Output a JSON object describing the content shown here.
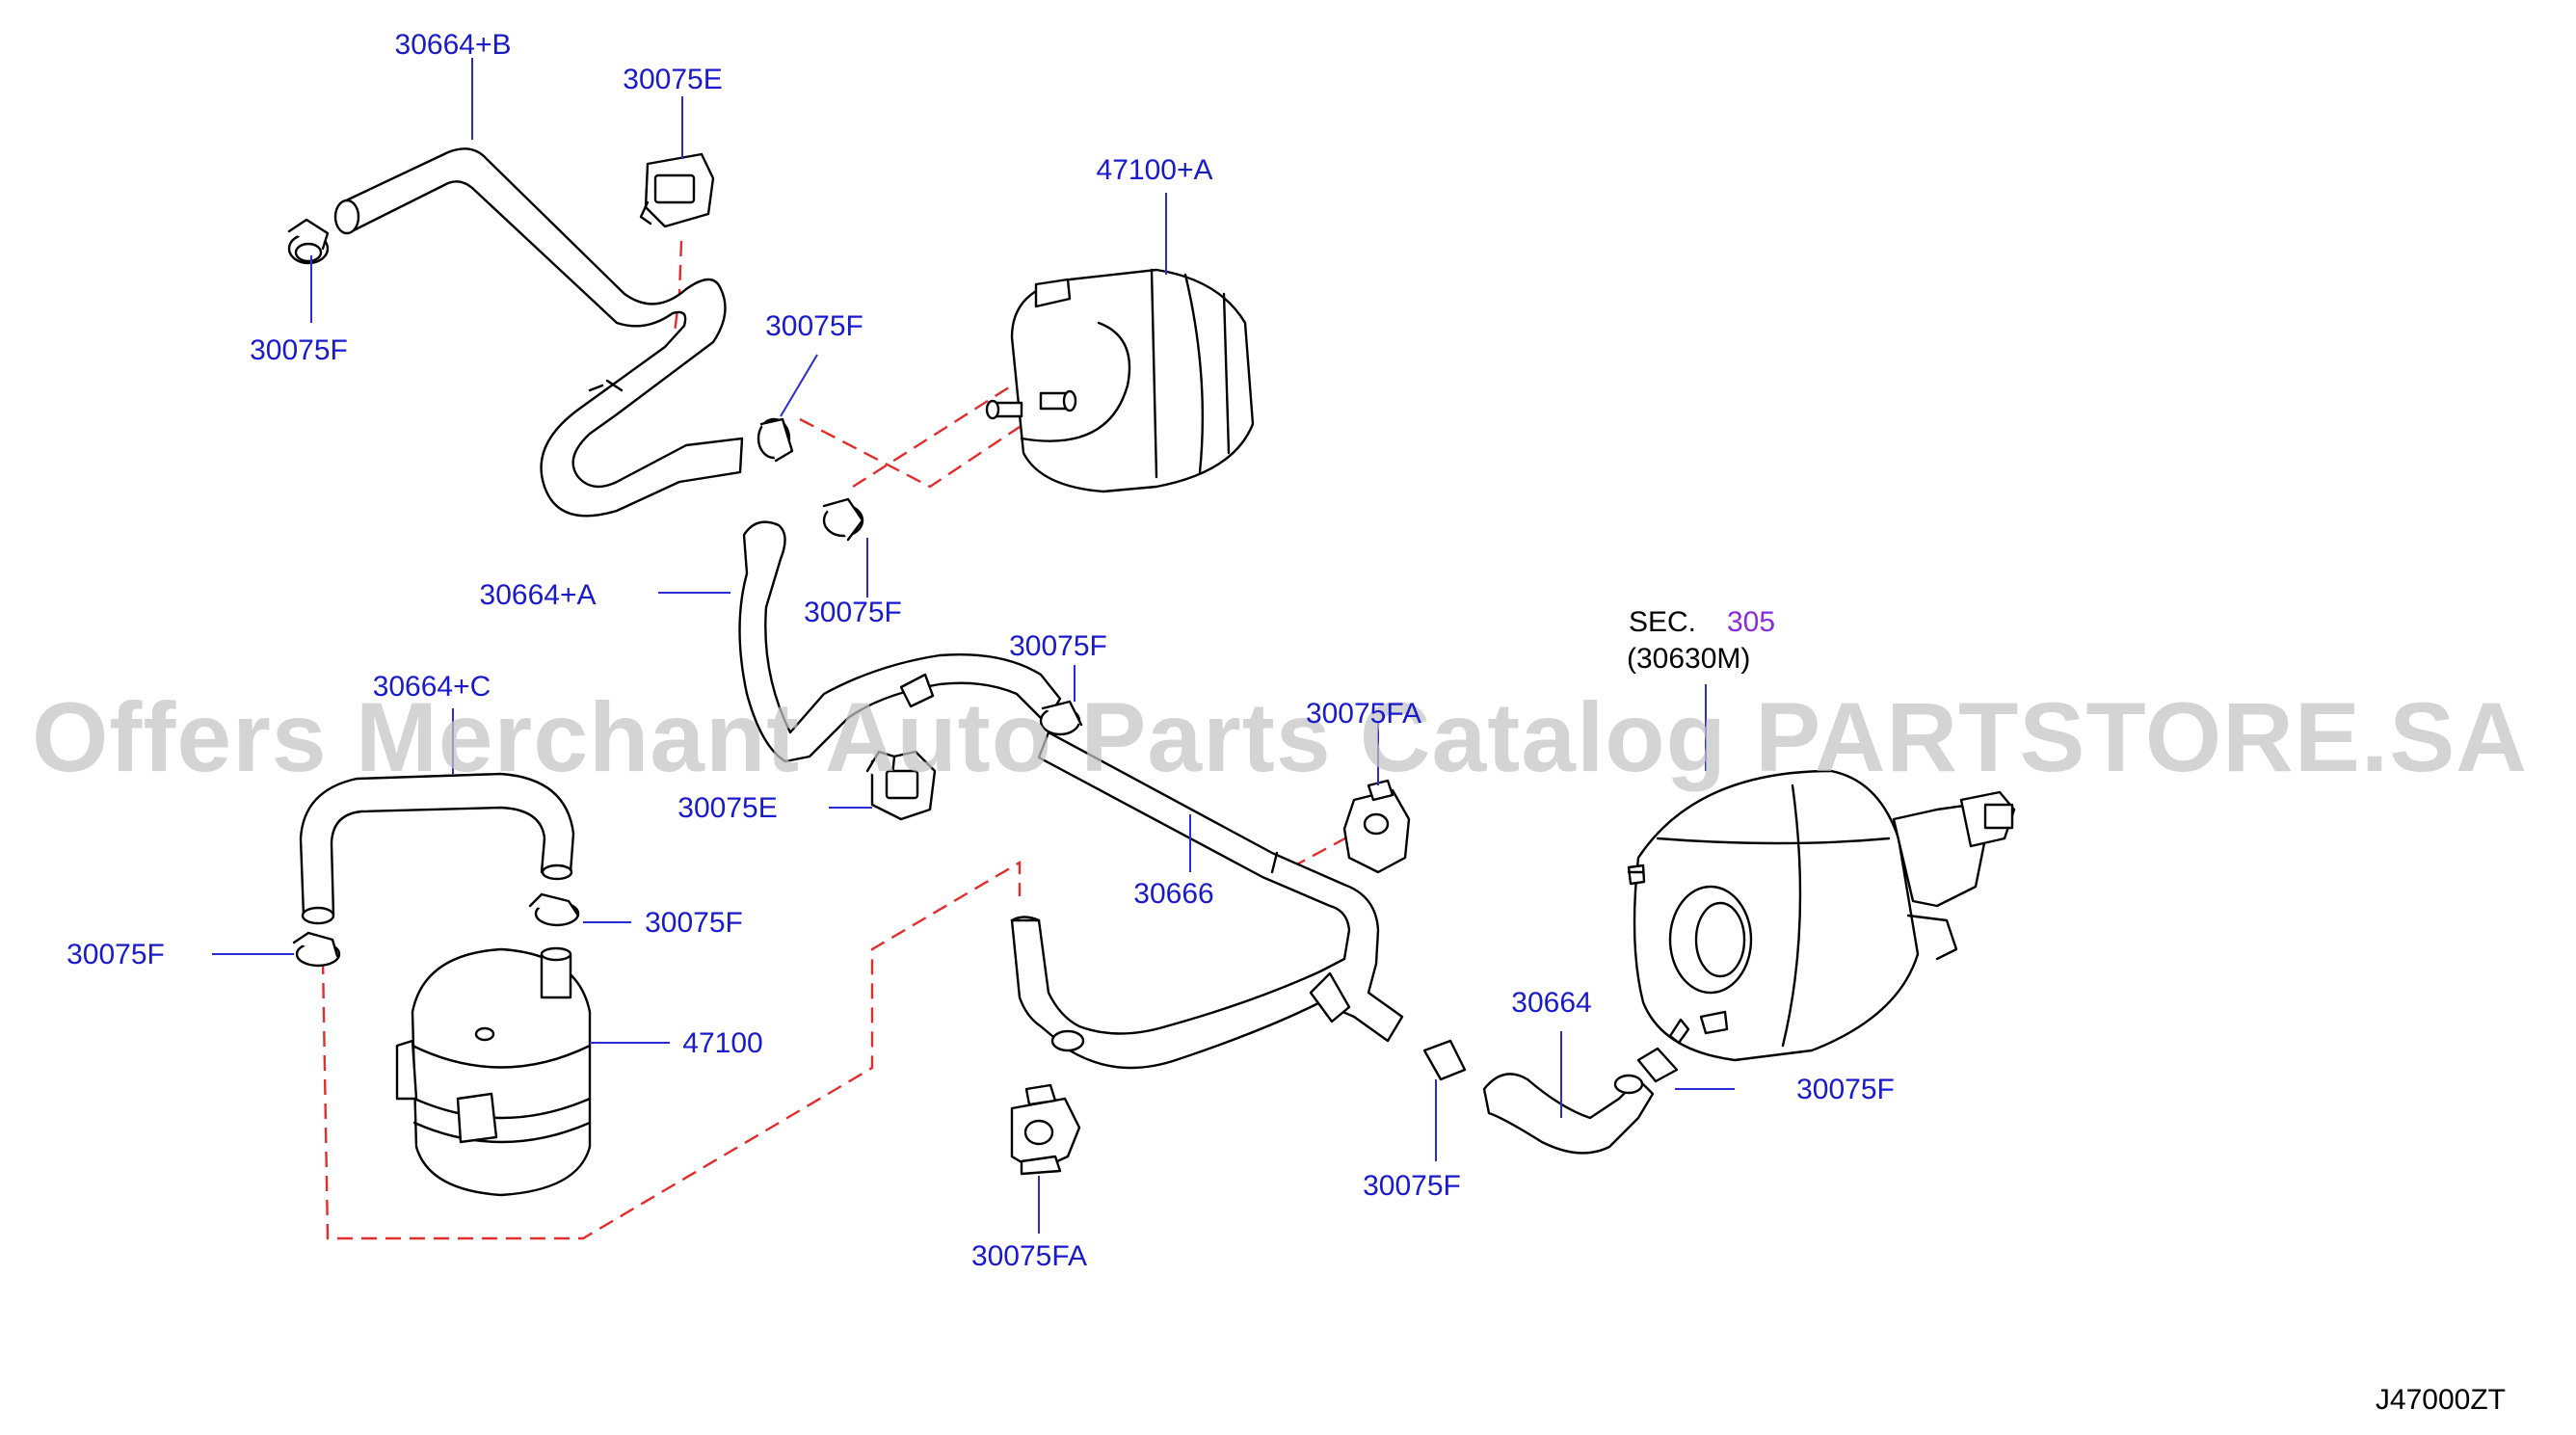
{
  "colors": {
    "label": "#1a1acd",
    "leader": "#2b2bd6",
    "dash": "#e22d2d",
    "sec_link": "#8a2be2",
    "watermark": "#c4c4c4"
  },
  "watermark": "Offers Merchant Auto Parts Catalog PARTSTORE.SA",
  "labels": {
    "l_30664b": "30664+B",
    "l_30075e_top": "30075E",
    "l_30075f_topleft": "30075F",
    "l_47100a": "47100+A",
    "l_30075f_mid1": "30075F",
    "l_30075f_mid2": "30075F",
    "l_30664a": "30664+A",
    "l_30075f_mid3": "30075F",
    "l_30664c": "30664+C",
    "l_30075e_mid": "30075E",
    "l_30075fa_right": "30075FA",
    "l_30666": "30666",
    "l_30075f_left": "30075F",
    "l_30075f_canister": "30075F",
    "l_47100": "47100",
    "l_30664": "30664",
    "l_30075f_right": "30075F",
    "l_30075f_bottom": "30075F",
    "l_30075fa_bottom": "30075FA"
  },
  "sec_ref": {
    "prefix": "SEC.",
    "number": "305",
    "part": "(30630M)"
  },
  "diagram_id": "J47000ZT"
}
